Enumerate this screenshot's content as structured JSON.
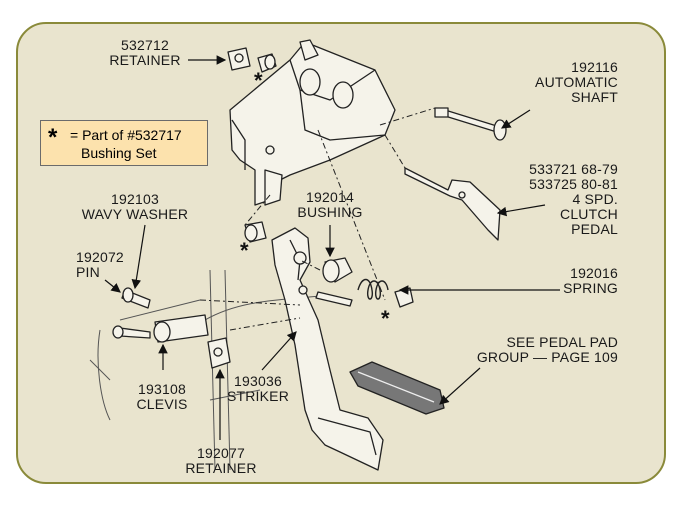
{
  "note": {
    "star": "*",
    "line1": "= Part of #532717",
    "line2": "Bushing Set"
  },
  "asterisk": "*",
  "labels": {
    "retainer_top": {
      "number": "532712",
      "name": "RETAINER"
    },
    "automatic_shaft": {
      "number": "192116",
      "line1": "AUTOMATIC",
      "line2": "SHAFT"
    },
    "clutch_pedal": {
      "line1": "533721  68-79",
      "line2": "533725  80-81",
      "line3": "4 SPD.",
      "line4": "CLUTCH",
      "line5": "PEDAL"
    },
    "wavy_washer": {
      "number": "192103",
      "name": "WAVY WASHER"
    },
    "bushing": {
      "number": "192014",
      "name": "BUSHING"
    },
    "pin": {
      "number": "192072",
      "name": "PIN"
    },
    "spring": {
      "number": "192016",
      "name": "SPRING"
    },
    "pedal_pad": {
      "line1": "SEE PEDAL PAD",
      "line2": "GROUP — PAGE 109"
    },
    "clevis": {
      "number": "193108",
      "name": "CLEVIS"
    },
    "striker": {
      "number": "193036",
      "name": "STRIKER"
    },
    "retainer_bottom": {
      "number": "192077",
      "name": "RETAINER"
    }
  },
  "colors": {
    "background": "#e9e4ce",
    "border": "#8a8a3a",
    "note_fill": "#fce2ad"
  }
}
